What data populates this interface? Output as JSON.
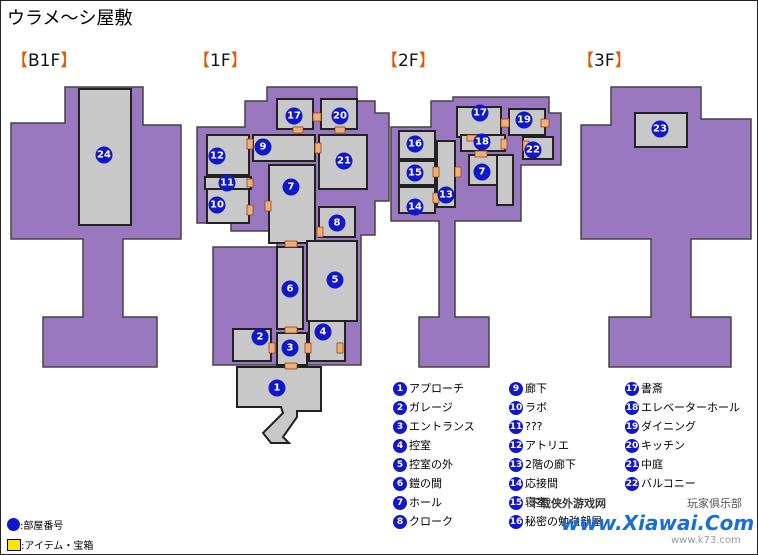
{
  "title": "ウラメ〜シ屋敷",
  "floors": [
    "B1F",
    "1F",
    "2F",
    "3F"
  ],
  "markers": {
    "b1f": [
      "24"
    ],
    "f1": [
      "17",
      "20",
      "9",
      "12",
      "21",
      "11",
      "7",
      "10",
      "8",
      "6",
      "5",
      "2",
      "4",
      "3",
      "1"
    ],
    "f2": [
      "17",
      "19",
      "16",
      "18",
      "22",
      "15",
      "7",
      "13",
      "14"
    ],
    "f3": [
      "23"
    ]
  },
  "legend": [
    {
      "num": "1",
      "label": "アプローチ"
    },
    {
      "num": "2",
      "label": "ガレージ"
    },
    {
      "num": "3",
      "label": "エントランス"
    },
    {
      "num": "4",
      "label": "控室"
    },
    {
      "num": "5",
      "label": "控室の外"
    },
    {
      "num": "6",
      "label": "鎧の間"
    },
    {
      "num": "7",
      "label": "ホール"
    },
    {
      "num": "8",
      "label": "クローク"
    },
    {
      "num": "9",
      "label": "廊下"
    },
    {
      "num": "10",
      "label": "ラボ"
    },
    {
      "num": "11",
      "label": "???"
    },
    {
      "num": "12",
      "label": "アトリエ"
    },
    {
      "num": "13",
      "label": "2階の廊下"
    },
    {
      "num": "14",
      "label": "応接間"
    },
    {
      "num": "15",
      "label": "寝室"
    },
    {
      "num": "16",
      "label": "秘密の勉強部屋"
    },
    {
      "num": "17",
      "label": "書斎"
    },
    {
      "num": "18",
      "label": "エレベーターホール"
    },
    {
      "num": "19",
      "label": "ダイニング"
    },
    {
      "num": "20",
      "label": "キッチン"
    },
    {
      "num": "21",
      "label": "中庭"
    },
    {
      "num": "22",
      "label": "バルコニー"
    }
  ],
  "key": {
    "room_number": ":部屋番号",
    "item_chest": ":アイテム・宝箱"
  },
  "watermarks": {
    "site1": "下载侠外游戏网",
    "site2": "玩家俱乐部",
    "url": "www.Xiawai.Com",
    "url2": "www.k73.com"
  },
  "colors": {
    "floor_purple": "#9a78c0",
    "room_gray": "#c8c8c8",
    "door_orange": "#f2ad7a",
    "marker_blue": "#1018c8",
    "label_bracket": "#e05b00"
  }
}
